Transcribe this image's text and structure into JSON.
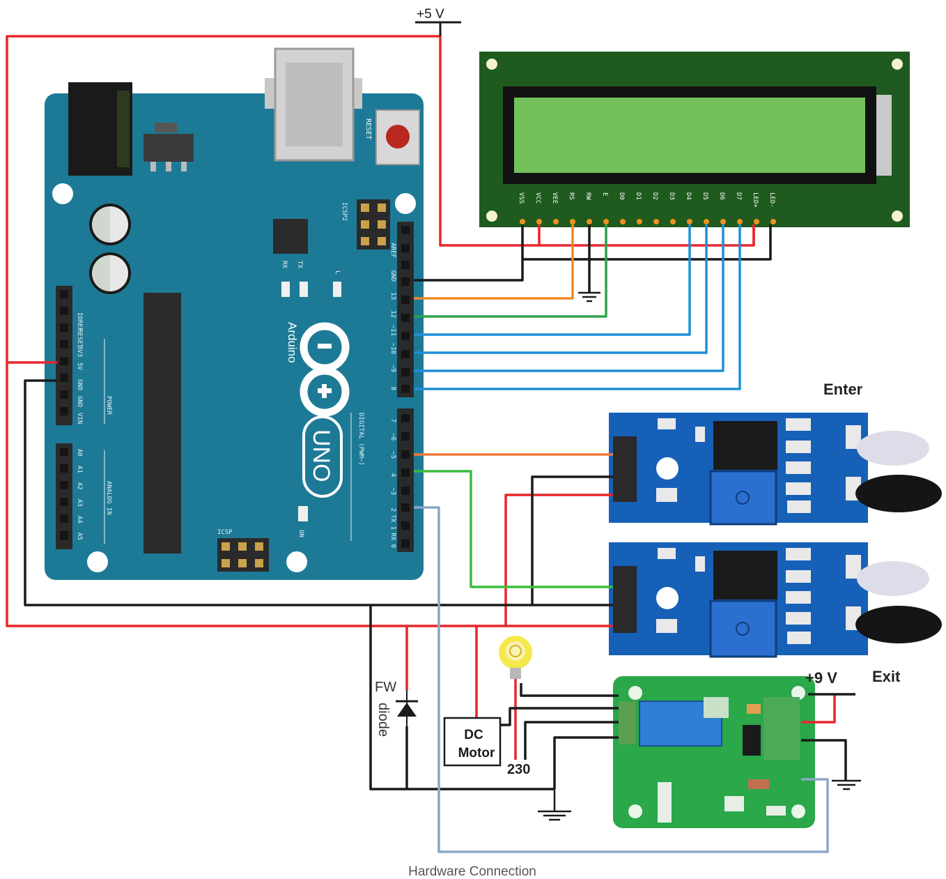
{
  "labels": {
    "supply_5v": "+5 V",
    "supply_9v": "+9 V",
    "enter": "Enter",
    "exit": "Exit",
    "dc_motor_line1": "DC",
    "dc_motor_line2": "Motor",
    "fw": "FW",
    "diode": "diode",
    "ac_230": "230",
    "caption": "Hardware Connection"
  },
  "arduino": {
    "brand": "Arduino",
    "model": "UNO",
    "reset": "RESET",
    "icsp": "ICSP",
    "icsp2": "ICSP2",
    "tx": "TX",
    "rx": "RX",
    "l": "L",
    "on": "ON",
    "power_header": [
      "IOREF",
      "RESET",
      "3V3",
      "5V",
      "GND",
      "GND",
      "VIN"
    ],
    "power_label": "POWER",
    "analog_header": [
      "A0",
      "A1",
      "A2",
      "A3",
      "A4",
      "A5"
    ],
    "analog_label": "ANALOG IN",
    "digital_top": [
      "AREF",
      "GND",
      "13",
      "12",
      "~11",
      "~10",
      "~9",
      "8"
    ],
    "digital_bottom": [
      "7",
      "~6",
      "~5",
      "4",
      "~3",
      "2",
      "TX 1",
      "RX 0"
    ],
    "digital_label": "DIGITAL (PWM~)"
  },
  "lcd": {
    "pins": [
      "VSS",
      "VCC",
      "VEE",
      "RS",
      "RW",
      "E",
      "D0",
      "D1",
      "D2",
      "D3",
      "D4",
      "D5",
      "D6",
      "D7",
      "LED+",
      "LED-"
    ]
  },
  "colors": {
    "power_wire": "#e8262b",
    "ground_wire": "#1a1a1a",
    "data_wire_blue": "#1f8fd6",
    "rs_wire": "#f08a24",
    "e_wire": "#2ea04a",
    "enter_signal": "#ef7a3a",
    "exit_signal": "#3dbb3d",
    "relay_signal": "#8aa7c8",
    "arduino_board": "#1d7a96",
    "lcd_board": "#1f5a1f",
    "lcd_screen": "#74c05a",
    "sensor_board": "#1660b8",
    "relay_board": "#2aa84a"
  }
}
